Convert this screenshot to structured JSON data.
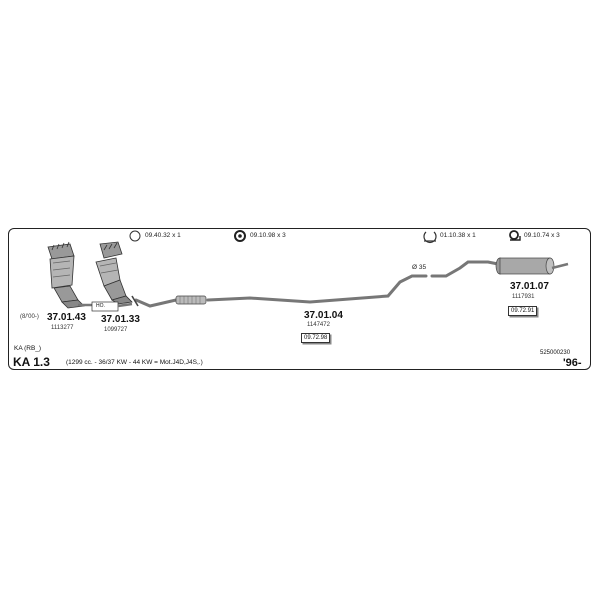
{
  "fittings": [
    {
      "code": "09.40.32",
      "qty": "x 1",
      "icon": "ring-clamp-icon"
    },
    {
      "code": "09.10.98",
      "qty": "x 3",
      "icon": "rubber-hanger-icon"
    },
    {
      "code": "01.10.38",
      "qty": "x 1",
      "icon": "u-clamp-icon"
    },
    {
      "code": "09.10.74",
      "qty": "x 3",
      "icon": "hanger-bracket-icon"
    }
  ],
  "parts": {
    "p1": {
      "number": "37.01.43",
      "sub": "1113277",
      "note": "(8/'00-)"
    },
    "p2": {
      "number": "37.01.33",
      "sub": "1099727"
    },
    "p3": {
      "number": "37.01.04",
      "sub": "1147472",
      "box": "09.72.98"
    },
    "p4": {
      "number": "37.01.07",
      "sub": "1117931",
      "box": "09.72.91"
    }
  },
  "connector_label": "HO.",
  "pipe_diameter": "Ø 35",
  "vehicle": {
    "model": "KA (RB_)",
    "name": "KA 1.3",
    "engine": "(1299 cc. - 36/37 KW - 44 KW = Mot.J4D,J4S,.)",
    "code": "525000230",
    "year": "'96-"
  }
}
